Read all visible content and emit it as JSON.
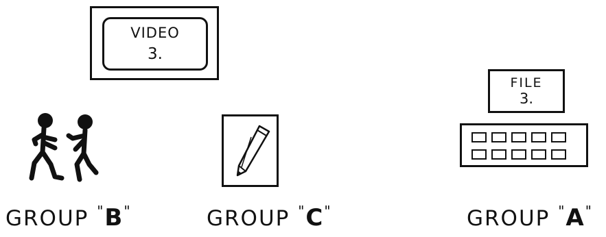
{
  "video": {
    "title": "VIDEO",
    "number": "3."
  },
  "file": {
    "title": "FILE",
    "number": "3."
  },
  "groups": [
    {
      "word": "GROUP",
      "letter": "B"
    },
    {
      "word": "GROUP",
      "letter": "C"
    },
    {
      "word": "GROUP",
      "letter": "A"
    }
  ]
}
